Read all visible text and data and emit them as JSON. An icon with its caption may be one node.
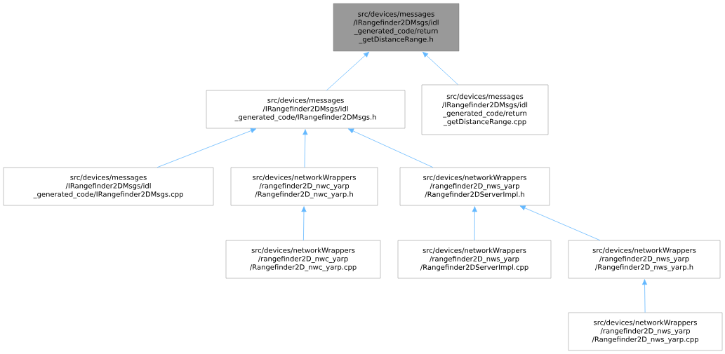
{
  "diagram": {
    "nodes": [
      {
        "text": [
          "src/devices/messages /IRangefinder2DMsgs/idl _generated_code/return _getDistanceRange.h"
        ]
      },
      {
        "text": [
          "src/devices/messages /IRangefinder2DMsgs/idl _generated_code/IRangefinder2DMsgs.h"
        ]
      },
      {
        "text": [
          "src/devices/messages /IRangefinder2DMsgs/idl _generated_code/return _getDistanceRange.cpp"
        ]
      },
      {
        "text": [
          "src/devices/messages /IRangefinder2DMsgs/idl _generated_code/IRangefinder2DMsgs.cpp"
        ]
      },
      {
        "text": [
          "src/devices/networkWrappers /rangefinder2D_nwc_yarp /Rangefinder2D_nwc_yarp.h"
        ]
      },
      {
        "text": [
          "src/devices/networkWrappers /rangefinder2D_nws_yarp /Rangefinder2DServerImpl.h"
        ]
      },
      {
        "text": [
          "src/devices/networkWrappers /rangefinder2D_nwc_yarp /Rangefinder2D_nwc_yarp.cpp"
        ]
      },
      {
        "text": [
          "src/devices/networkWrappers /rangefinder2D_nws_yarp /Rangefinder2DServerImpl.cpp"
        ]
      },
      {
        "text": [
          "src/devices/networkWrappers /rangefinder2D_nws_yarp /Rangefinder2D_nws_yarp.h"
        ]
      },
      {
        "text": [
          "src/devices/networkWrappers /rangefinder2D_nws_yarp /Rangefinder2D_nws_yarp.cpp"
        ]
      }
    ],
    "edges": [
      {
        "from": 1,
        "to": 0,
        "arrow": "to"
      },
      {
        "from": 2,
        "to": 0,
        "arrow": "to"
      },
      {
        "from": 3,
        "to": 1,
        "arrow": "to"
      },
      {
        "from": 4,
        "to": 1,
        "arrow": "to"
      },
      {
        "from": 5,
        "to": 1,
        "arrow": "to"
      },
      {
        "from": 6,
        "to": 4,
        "arrow": "to"
      },
      {
        "from": 7,
        "to": 5,
        "arrow": "to"
      },
      {
        "from": 8,
        "to": 5,
        "arrow": "to"
      },
      {
        "from": 9,
        "to": 8,
        "arrow": "to"
      }
    ]
  }
}
